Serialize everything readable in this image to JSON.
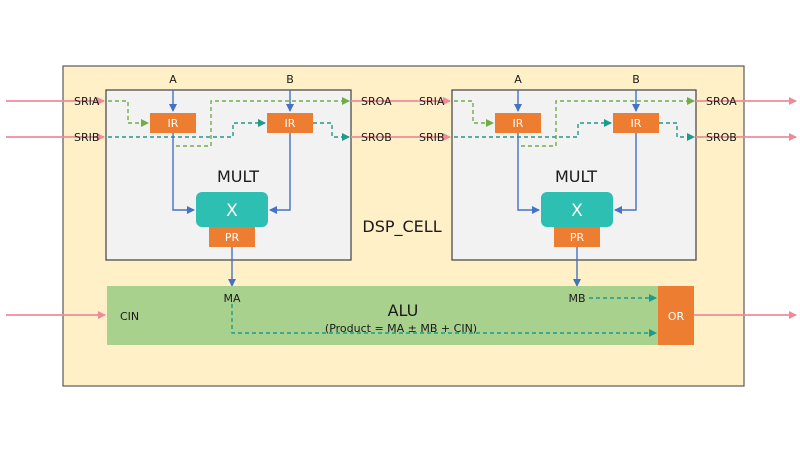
{
  "diagram": {
    "cell_title": "DSP_CELL",
    "colors": {
      "cell_fill": "#fff0c8",
      "mult_fill": "#f2f2f2",
      "register_fill": "#ed7d31",
      "multiplier_fill": "#2ebfb3",
      "alu_fill": "#a9d18e",
      "signal_arrow": "#f08a9a",
      "data_arrow": "#4472c4",
      "shift_a": "#70ad47",
      "shift_b": "#1f9a8a"
    },
    "mult_blocks": [
      {
        "title": "MULT",
        "inputs": [
          "A",
          "B"
        ],
        "input_registers": [
          "IR",
          "IR"
        ],
        "multiplier": "X",
        "product_register": "PR",
        "shift_in": [
          "SRIA",
          "SRIB"
        ],
        "shift_out": [
          "SROA",
          "SROB"
        ],
        "output": "MA"
      },
      {
        "title": "MULT",
        "inputs": [
          "A",
          "B"
        ],
        "input_registers": [
          "IR",
          "IR"
        ],
        "multiplier": "X",
        "product_register": "PR",
        "shift_in": [
          "SRIA",
          "SRIB"
        ],
        "shift_out": [
          "SROA",
          "SROB"
        ],
        "output": "MB"
      }
    ],
    "alu": {
      "title": "ALU",
      "formula": "(Product = MA ± MB + CIN)",
      "carry_in": "CIN",
      "output_register": "OR"
    }
  }
}
